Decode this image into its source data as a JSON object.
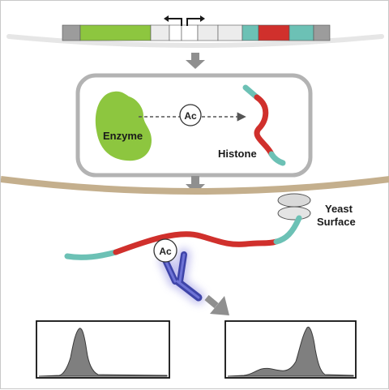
{
  "labels": {
    "enzyme": "Enzyme",
    "histone": "Histone",
    "ac_top": "Ac",
    "ac_bottom": "Ac",
    "yeast_line1": "Yeast",
    "yeast_line2": "Surface"
  },
  "colors": {
    "enzyme_green": "#8dc63f",
    "histone_red": "#d0302c",
    "histone_teal": "#6cc1b5",
    "antibody_blue": "#5a5fc8",
    "antibody_glow": "#b9b7ec",
    "arrow_gray": "#8f8f8f",
    "yeast_tan": "#c4af8d",
    "plasmid_gray": "#9c9c9c",
    "cell_outline": "#b3b3b3",
    "histogram_fill": "#7f7f7f"
  }
}
